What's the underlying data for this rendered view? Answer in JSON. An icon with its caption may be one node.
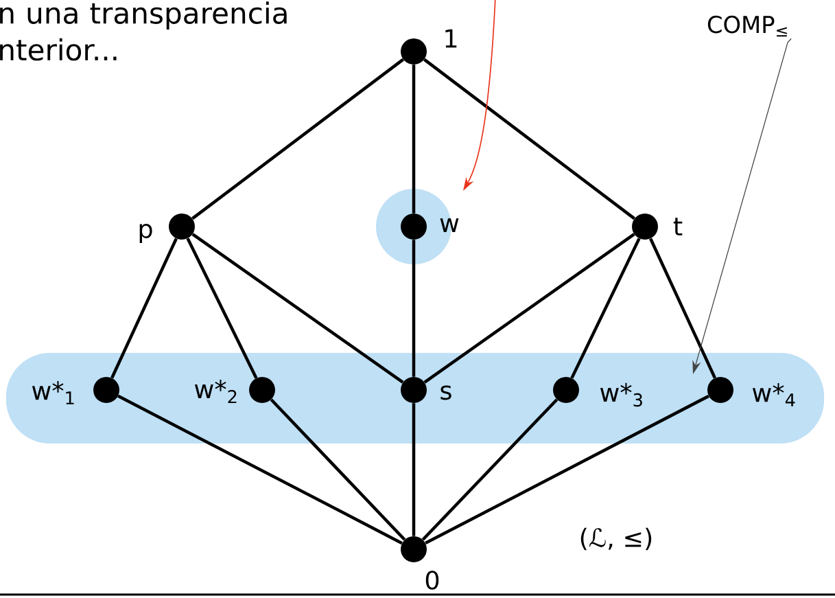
{
  "diagram": {
    "nodes": [
      {
        "text": [],
        "shape": "circle",
        "beside": [
          "1"
        ]
      },
      {
        "text": [
          "COMP$_{≤}$"
        ]
      },
      {
        "text": [],
        "shape": "circle"
      },
      {
        "text": [],
        "shape": "circle",
        "beside": [
          "p"
        ]
      },
      {
        "text": [],
        "shape": "circle",
        "beside": [
          "w"
        ],
        "in": 2
      },
      {
        "text": [],
        "shape": "circle",
        "beside": [
          "t"
        ]
      },
      {
        "text": [],
        "shape": "band"
      },
      {
        "text": [],
        "shape": "circle",
        "beside": [
          "w*$_{1}$"
        ],
        "in": 6
      },
      {
        "text": [],
        "shape": "circle",
        "beside": [
          "w*$_{2}$"
        ],
        "in": 6
      },
      {
        "text": [],
        "shape": "circle",
        "beside": [
          "s"
        ],
        "in": 6
      },
      {
        "text": [],
        "shape": "circle",
        "beside": [
          "w*$_{3}$"
        ],
        "in": 6
      },
      {
        "text": [],
        "shape": "circle",
        "beside": [
          "w*$_{4}$"
        ],
        "in": 6
      },
      {
        "text": [],
        "shape": "circle",
        "beside": [
          "0"
        ]
      }
    ],
    "edges": [
      {
        "from": 0,
        "to": 3,
        "arrow": "none"
      },
      {
        "from": 0,
        "to": 4,
        "arrow": "none"
      },
      {
        "from": 0,
        "to": 5,
        "arrow": "none"
      },
      {
        "from": 4,
        "to": 9,
        "arrow": "none"
      },
      {
        "from": 3,
        "to": 7,
        "arrow": "none"
      },
      {
        "from": 3,
        "to": 8,
        "arrow": "none"
      },
      {
        "from": 3,
        "to": 9,
        "arrow": "none"
      },
      {
        "from": 5,
        "to": 9,
        "arrow": "none"
      },
      {
        "from": 5,
        "to": 10,
        "arrow": "none"
      },
      {
        "from": 5,
        "to": 11,
        "arrow": "none"
      },
      {
        "from": 7,
        "to": 12,
        "arrow": "none"
      },
      {
        "from": 8,
        "to": 12,
        "arrow": "none"
      },
      {
        "from": 9,
        "to": 12,
        "arrow": "none"
      },
      {
        "from": 10,
        "to": 12,
        "arrow": "none"
      },
      {
        "from": 11,
        "to": 12,
        "arrow": "none"
      },
      {
        "from": null,
        "to": 2,
        "arrow": "to",
        "color": "#e8341c"
      },
      {
        "from": 1,
        "to": 6,
        "arrow": "to",
        "color": "#444444"
      }
    ],
    "labels": [
      "n una transparencia nterior...",
      "(ℒ, ≤)"
    ]
  }
}
